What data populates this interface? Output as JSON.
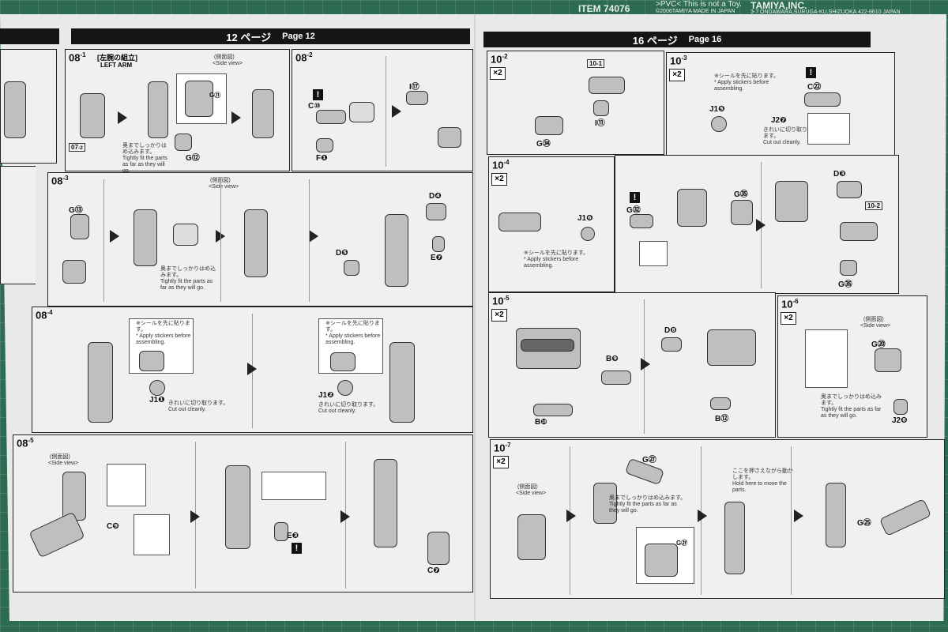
{
  "mat": {
    "item": "ITEM 74076",
    "pvc": ">PVC<  This is not a Toy.",
    "copyright": "©2006TAMIYA MADE IN JAPAN",
    "brand": "TAMIYA,INC.",
    "address": "3-7 ONDAWARA,SURUGA-KU,SHIZUOKA 422-8610 JAPAN"
  },
  "headers": {
    "left_jp": "12 ページ",
    "left_en": "Page 12",
    "right_jp": "16 ページ",
    "right_en": "Page 16"
  },
  "steps": {
    "s08_1": {
      "num": "08",
      "sub": "-1",
      "title_jp": "[左腕の組立]",
      "title_en": "LEFT ARM",
      "side_jp": "(側面図)",
      "side_en": "<Side view>",
      "ref": "07",
      "ref_sub": "-2",
      "note_jp": "奥までしっかりはめ込みます。",
      "note_en": "Tightly fit the parts as far as they will go.",
      "part1": "G⑫",
      "part2": "G⑪"
    },
    "s08_2": {
      "num": "08",
      "sub": "-2",
      "p1": "C⑩",
      "p2": "F❶",
      "p3": "I⑰"
    },
    "s08_3": {
      "num": "08",
      "sub": "-3",
      "side_jp": "(側面図)",
      "side_en": "<Side view>",
      "p1": "G⑬",
      "p2": "D❹",
      "p3": "D❺",
      "p4": "E❼",
      "note_jp": "奥までしっかりはめ込みます。",
      "note_en": "Tightly fit the parts as far as they will go."
    },
    "s08_4": {
      "num": "08",
      "sub": "-4",
      "note_jp": "※シールを先に貼ります。",
      "note_en": "* Apply stickers before assembling.",
      "p1": "J1❶",
      "p2": "J1❷",
      "cut_jp": "きれいに切り取ります。",
      "cut_en": "Cut out cleanly."
    },
    "s08_5": {
      "num": "08",
      "sub": "-5",
      "side_jp": "(側面図)",
      "side_en": "<Side view>",
      "p1": "C❾",
      "p2": "E❸",
      "p3": "C❼"
    },
    "s10_2": {
      "num": "10",
      "sub": "-2",
      "mult": "×2",
      "p1": "10-1",
      "p2": "I⑪",
      "p3": "G㉞"
    },
    "s10_3": {
      "num": "10",
      "sub": "-3",
      "mult": "×2",
      "note_jp": "※シールを先に貼ります。",
      "note_en": "* Apply stickers before assembling.",
      "p1": "C㉒",
      "p2": "J1❺",
      "p3": "J2❼",
      "cut_jp": "きれいに切り取ります。",
      "cut_en": "Cut out cleanly."
    },
    "s10_4": {
      "num": "10",
      "sub": "-4",
      "mult": "×2",
      "note_jp": "※シールを先に貼ります。",
      "note_en": "* Apply stickers before assembling.",
      "p1": "J1❻",
      "p2": "G㉜",
      "p3": "G㉟",
      "p4": "D❸",
      "p5": "10-2",
      "p6": "G㉟"
    },
    "s10_5": {
      "num": "10",
      "sub": "-5",
      "mult": "×2",
      "p1": "B❾",
      "p2": "B❿",
      "p3": "D❽",
      "p4": "B⑫"
    },
    "s10_6": {
      "num": "10",
      "sub": "-6",
      "mult": "×2",
      "side_jp": "(側面図)",
      "side_en": "<Side view>",
      "p1": "G⑳",
      "p2": "J2❽",
      "note_jp": "奥までしっかりはめ込みます。",
      "note_en": "Tightly fit the parts as far as they will go."
    },
    "s10_7": {
      "num": "10",
      "sub": "-7",
      "mult": "×2",
      "side_jp": "(側面図)",
      "side_en": "<Side view>",
      "p1": "G㉗",
      "p2": "G㉗",
      "p3": "G㉕",
      "note_jp": "奥までしっかりはめ込みます。",
      "note_en": "Tightly fit the parts as far as they will go.",
      "hold_jp": "ここを押さえながら動かします。",
      "hold_en": "Hold here to move the parts."
    }
  },
  "colors": {
    "header": "#151515",
    "mat": "#2d6b52",
    "paper": "#e9e9e9"
  }
}
